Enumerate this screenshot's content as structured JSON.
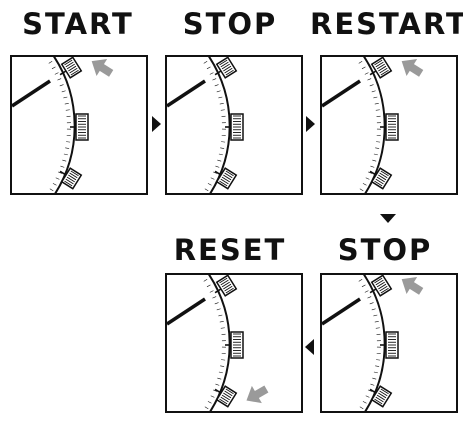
{
  "steps": [
    {
      "label": "START",
      "arrow_at": "top"
    },
    {
      "label": "STOP",
      "arrow_at": "none"
    },
    {
      "label": "RESTART",
      "arrow_at": "top"
    },
    {
      "label": "STOP",
      "arrow_at": "top"
    },
    {
      "label": "RESET",
      "arrow_at": "bottom"
    }
  ],
  "colors": {
    "line": "#111111",
    "press_arrow": "#9a9a9a",
    "background": "#ffffff"
  }
}
